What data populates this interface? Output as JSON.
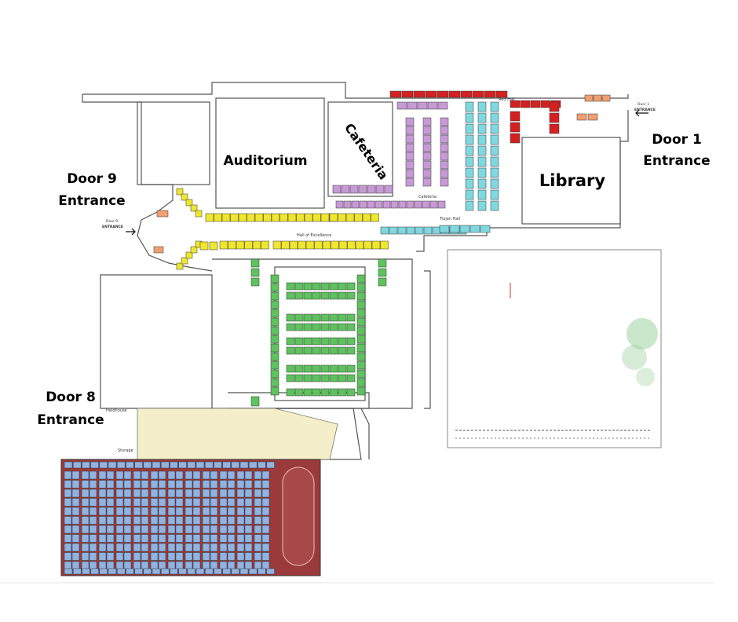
{
  "map": {
    "labels": {
      "auditorium": "Auditorium",
      "cafeteria": "Cafeteria",
      "library": "Library",
      "door1": "Door 1",
      "door1_entrance": "Entrance",
      "door9": "Door 9",
      "door9_entrance": "Entrance",
      "door8": "Door 8",
      "door8_entrance": "Entrance"
    },
    "small_labels": {
      "hall_of_excellence": "Hall of Excellence",
      "trojan_hall": "Trojan Hall",
      "red_hall": "Red Hall",
      "cafeteria_small": "Cafeteria",
      "door1_sign": "ENTRANCE",
      "door9_sign": "ENTRANCE",
      "door1_sign_top": "Door 1",
      "door9_sign_top": "Door 9",
      "storage": "Storage",
      "fieldhouse": "Fieldhouse"
    },
    "colors": {
      "red_zone": "#d42020",
      "orange_zone": "#f0a070",
      "purple_zone": "#c79ad6",
      "cyan_zone": "#7fd8df",
      "yellow_zone": "#efe62e",
      "green_zone": "#5dc35d",
      "blue_zone": "#8fb3e2",
      "fieldhouse_floor": "#9b3a3a",
      "walls": "#555555"
    }
  }
}
